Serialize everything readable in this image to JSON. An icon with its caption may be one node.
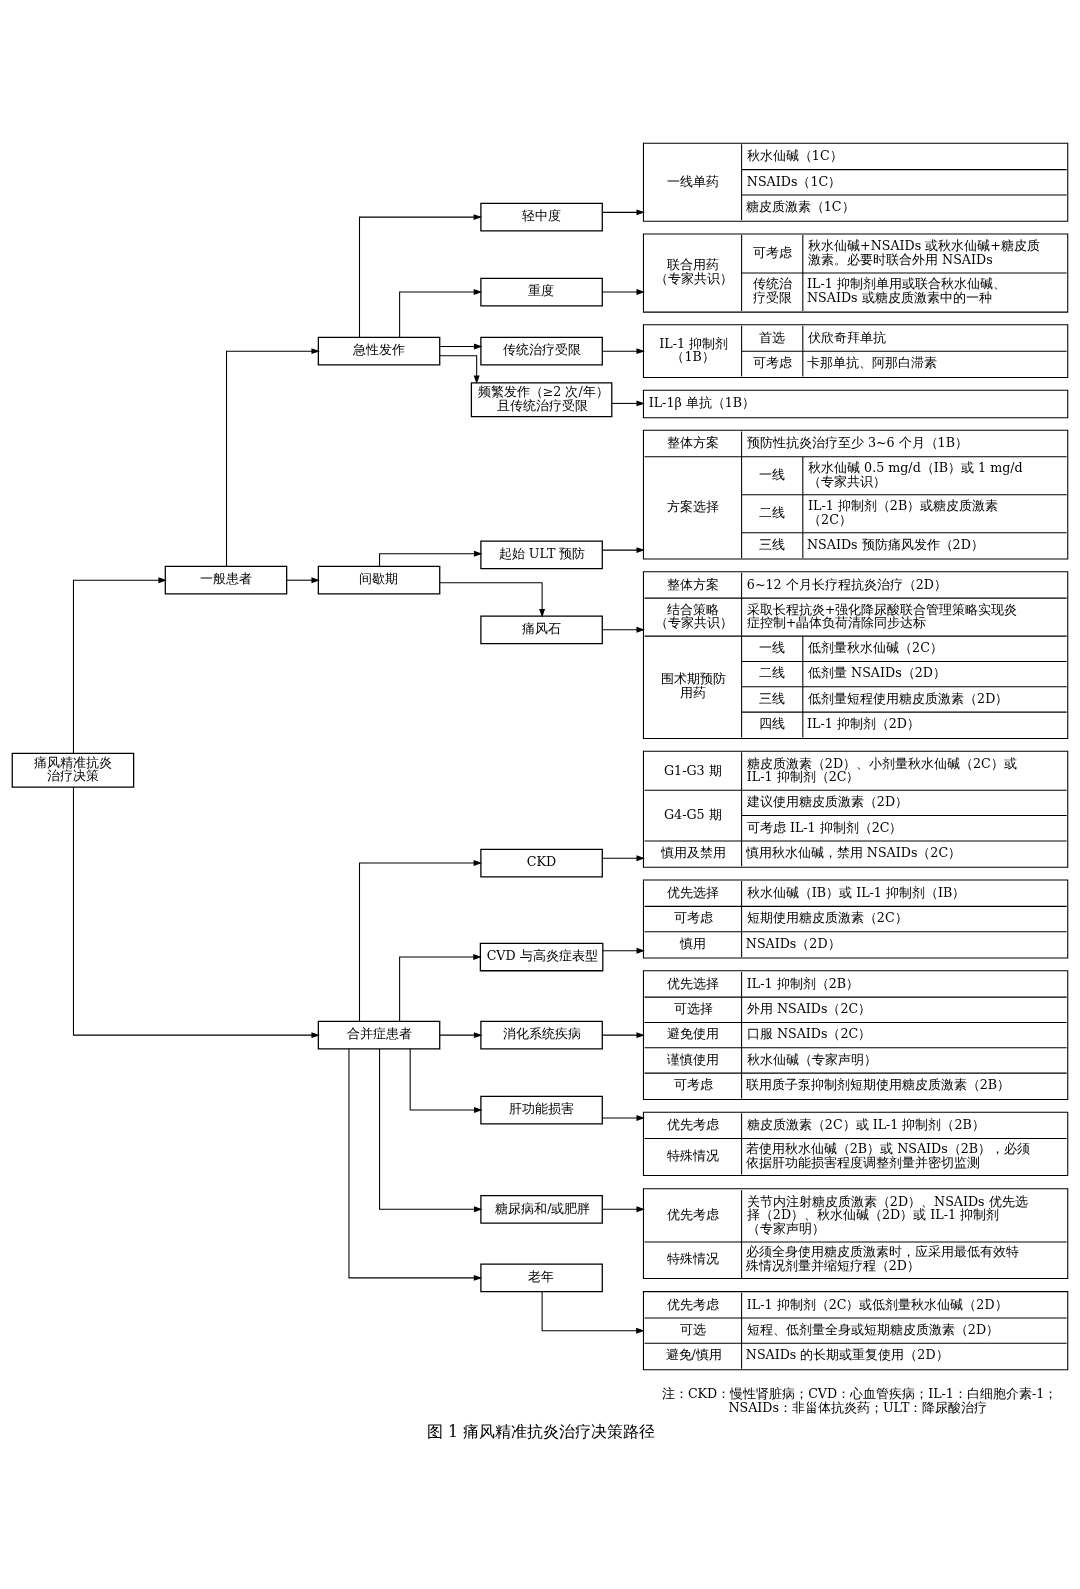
{
  "diagram": {
    "caption": "图 1 痛风精准抗炎治疗决策路径",
    "nodes": [
      {
        "text": [
          "痛风精准抗炎治疗决策"
        ]
      },
      {
        "text": [
          "一般患者"
        ]
      },
      {
        "text": [
          "急性发作"
        ]
      },
      {
        "text": [
          "轻中度"
        ]
      },
      {
        "text": [
          "一线单药",
          "秋水仙碱（1C）",
          "NSAIDs（1C）",
          "糖皮质激素（1C）"
        ]
      },
      {
        "text": [
          "重度"
        ]
      },
      {
        "text": [
          "联合用药（专家共识）",
          "可考虑",
          "秋水仙碱+NSAIDs 或秋水仙碱+糖皮质激素。必要时联合外用 NSAIDs",
          "传统治疗受限",
          "IL-1 抑制剂单用或联合秋水仙碱、NSAIDs 或糖皮质激素中的一种"
        ]
      },
      {
        "text": [
          "传统治疗受限"
        ]
      },
      {
        "text": [
          "IL-1 抑制剂（1B）",
          "首选",
          "伏欣奇拜单抗",
          "可考虑",
          "卡那单抗、阿那白滞素"
        ]
      },
      {
        "text": [
          "频繁发作（≥2 次/年）且传统治疗受限"
        ]
      },
      {
        "text": [
          "IL-1β 单抗（1B）"
        ]
      },
      {
        "text": [
          "间歇期"
        ]
      },
      {
        "text": [
          "起始 ULT 预防"
        ]
      },
      {
        "text": [
          "整体方案",
          "预防性抗炎治疗至少 3~6 个月（1B）",
          "方案选择",
          "一线",
          "秋水仙碱 0.5 mg/d（IB）或 1 mg/d（专家共识）",
          "二线",
          "IL-1 抑制剂（2B）或糖皮质激素（2C）",
          "三线",
          "NSAIDs 预防痛风发作（2D）"
        ]
      },
      {
        "text": [
          "痛风石"
        ]
      },
      {
        "text": [
          "整体方案",
          "6~12 个月长疗程抗炎治疗（2D）",
          "结合策略（专家共识）",
          "采取长程抗炎+强化降尿酸联合管理策略实现炎症控制+晶体负荷清除同步达标",
          "围术期预防用药",
          "一线",
          "低剂量秋水仙碱（2C）",
          "二线",
          "低剂量 NSAIDs（2D）",
          "三线",
          "低剂量短程使用糖皮质激素（2D）",
          "四线",
          "IL-1 抑制剂（2D）"
        ]
      },
      {
        "text": [
          "合并症患者"
        ]
      },
      {
        "text": [
          "CKD"
        ]
      },
      {
        "text": [
          "G1-G3 期",
          "糖皮质激素（2D）、小剂量秋水仙碱（2C）或 IL-1 抑制剂（2C）",
          "G4-G5 期",
          "建议使用糖皮质激素（2D）",
          "可考虑 IL-1 抑制剂（2C）",
          "慎用及禁用",
          "慎用秋水仙碱，禁用 NSAIDs（2C）"
        ]
      },
      {
        "text": [
          "CVD 与高炎症表型"
        ]
      },
      {
        "text": [
          "优先选择",
          "秋水仙碱（IB）或 IL-1 抑制剂（IB）",
          "可考虑",
          "短期使用糖皮质激素（2C）",
          "慎用",
          "NSAIDs（2D）"
        ]
      },
      {
        "text": [
          "消化系统疾病"
        ]
      },
      {
        "text": [
          "优先选择",
          "IL-1 抑制剂（2B）",
          "可选择",
          "外用 NSAIDs（2C）",
          "避免使用",
          "口服 NSAIDs（2C）",
          "谨慎使用",
          "秋水仙碱（专家声明）",
          "可考虑",
          "联用质子泵抑制剂短期使用糖皮质激素（2B）"
        ]
      },
      {
        "text": [
          "肝功能损害"
        ]
      },
      {
        "text": [
          "优先考虑",
          "糖皮质激素（2C）或 IL-1 抑制剂（2B）",
          "特殊情况",
          "若使用秋水仙碱（2B）或 NSAIDs（2B），必须依据肝功能损害程度调整剂量并密切监测"
        ]
      },
      {
        "text": [
          "糖尿病和/或肥胖"
        ]
      },
      {
        "text": [
          "优先考虑",
          "关节内注射糖皮质激素（2D）、NSAIDs 优先选择（2D）、秋水仙碱（2D）或 IL-1 抑制剂（专家声明）",
          "特殊情况",
          "必须全身使用糖皮质激素时，应采用最低有效特殊情况剂量并缩短疗程（2D）"
        ]
      },
      {
        "text": [
          "老年"
        ]
      },
      {
        "text": [
          "优先考虑",
          "IL-1 抑制剂（2C）或低剂量秋水仙碱（2D）",
          "可选",
          "短程、低剂量全身或短期糖皮质激素（2D）",
          "避免/慎用",
          "NSAIDs 的长期或重复使用（2D）"
        ]
      }
    ],
    "edges": [
      {
        "from": 0,
        "to": 1,
        "arrow": "to"
      },
      {
        "from": 1,
        "to": 2,
        "arrow": "to"
      },
      {
        "from": 2,
        "to": 3,
        "arrow": "to"
      },
      {
        "from": 3,
        "to": 4,
        "arrow": "to"
      },
      {
        "from": 2,
        "to": 5,
        "arrow": "to"
      },
      {
        "from": 5,
        "to": 6,
        "arrow": "to"
      },
      {
        "from": 2,
        "to": 7,
        "arrow": "to"
      },
      {
        "from": 7,
        "to": 8,
        "arrow": "to"
      },
      {
        "from": 2,
        "to": 9,
        "arrow": "to"
      },
      {
        "from": 9,
        "to": 10,
        "arrow": "to"
      },
      {
        "from": 1,
        "to": 11,
        "arrow": "to"
      },
      {
        "from": 11,
        "to": 12,
        "arrow": "to"
      },
      {
        "from": 12,
        "to": 13,
        "arrow": "to"
      },
      {
        "from": 11,
        "to": 14,
        "arrow": "to"
      },
      {
        "from": 14,
        "to": 15,
        "arrow": "to"
      },
      {
        "from": 0,
        "to": 16,
        "arrow": "to"
      },
      {
        "from": 16,
        "to": 17,
        "arrow": "to"
      },
      {
        "from": 17,
        "to": 18,
        "arrow": "to"
      },
      {
        "from": 16,
        "to": 19,
        "arrow": "to"
      },
      {
        "from": 19,
        "to": 20,
        "arrow": "to"
      },
      {
        "from": 16,
        "to": 21,
        "arrow": "to"
      },
      {
        "from": 21,
        "to": 22,
        "arrow": "to"
      },
      {
        "from": 16,
        "to": 23,
        "arrow": "to"
      },
      {
        "from": 23,
        "to": 24,
        "arrow": "to"
      },
      {
        "from": 16,
        "to": 25,
        "arrow": "to"
      },
      {
        "from": 25,
        "to": 26,
        "arrow": "to"
      },
      {
        "from": 16,
        "to": 27,
        "arrow": "to"
      },
      {
        "from": 27,
        "to": 28,
        "arrow": "to"
      }
    ],
    "labels": [
      "注：CKD：慢性肾脏病；CVD：心血管疾病；IL-1：白细胞介素-1；NSAIDs：非甾体抗炎药；ULT：降尿酸治疗"
    ]
  }
}
